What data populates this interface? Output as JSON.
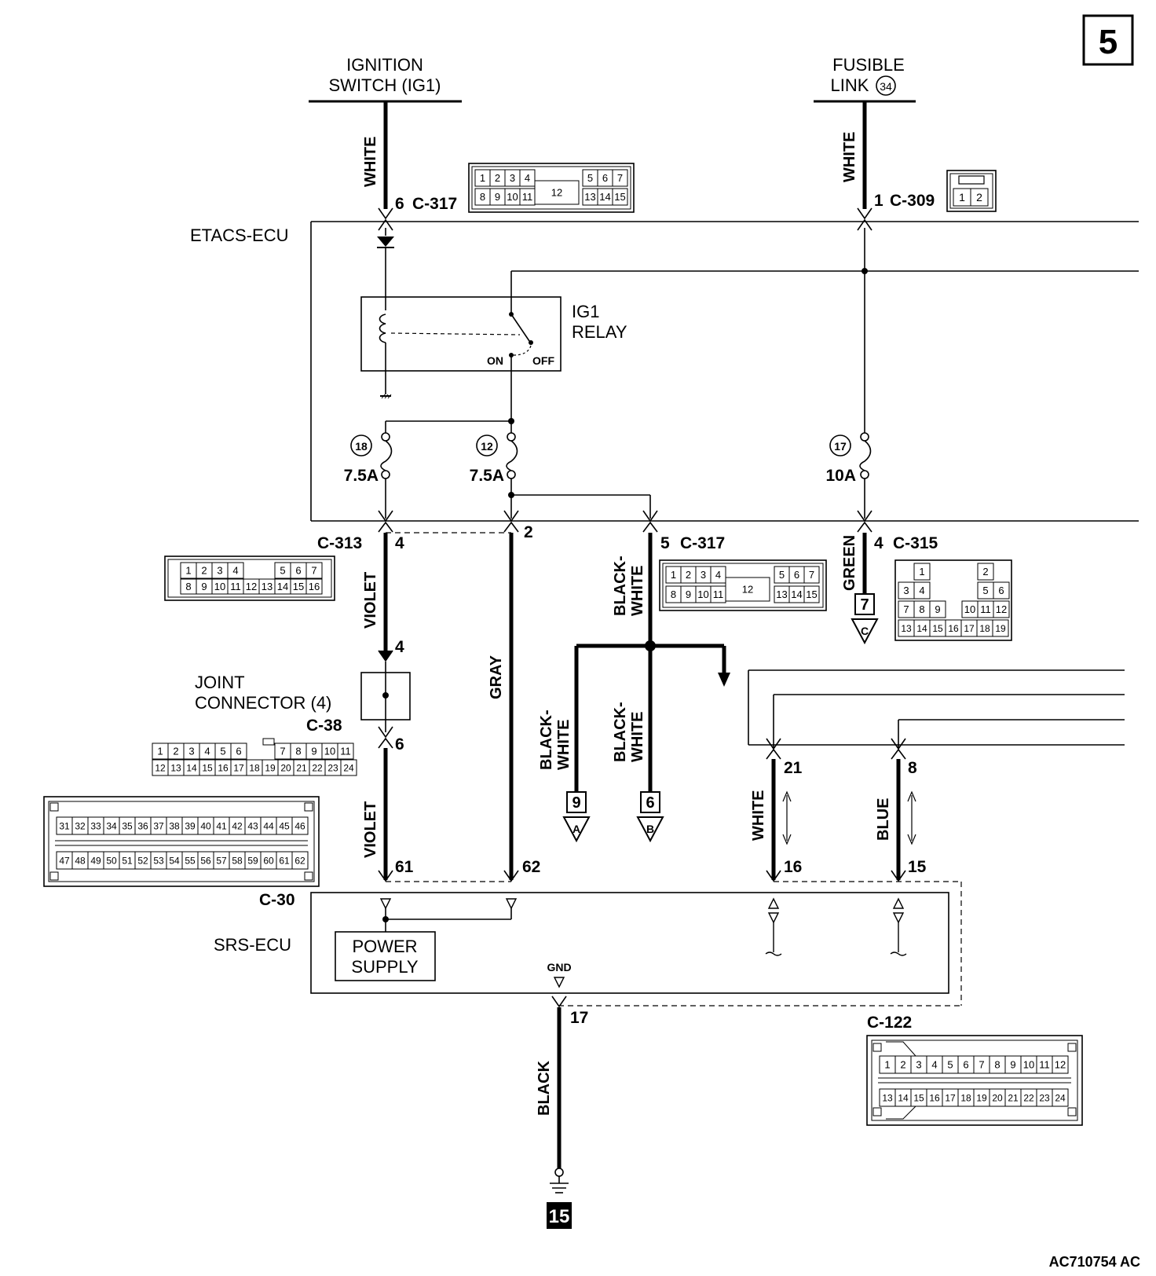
{
  "page_number": "5",
  "figure_code": "AC710754 AC",
  "sources": {
    "ignition_line1": "IGNITION",
    "ignition_line2": "SWITCH (IG1)",
    "fusible_line1": "FUSIBLE",
    "fusible_line2": "LINK",
    "fusible_number": "34"
  },
  "modules": {
    "etacs": "ETACS-ECU",
    "srs": "SRS-ECU",
    "relay_line1": "IG1",
    "relay_line2": "RELAY",
    "relay_on": "ON",
    "relay_off": "OFF",
    "power_line1": "POWER",
    "power_line2": "SUPPLY",
    "gnd": "GND",
    "joint_line1": "JOINT",
    "joint_line2": "CONNECTOR (4)"
  },
  "fuses": [
    {
      "number": "18",
      "rating": "7.5A"
    },
    {
      "number": "12",
      "rating": "7.5A"
    },
    {
      "number": "17",
      "rating": "10A"
    }
  ],
  "wires": {
    "white": "WHITE",
    "violet": "VIOLET",
    "gray": "GRAY",
    "black_white_1": "BLACK-",
    "black_white_2": "WHITE",
    "green": "GREEN",
    "blue": "BLUE",
    "black": "BLACK"
  },
  "connectors": {
    "c317": "C-317",
    "c309": "C-309",
    "c313": "C-313",
    "c315": "C-315",
    "c38": "C-38",
    "c30": "C-30",
    "c122": "C-122"
  },
  "pins": {
    "ig_c317": "6",
    "fl_c309": "1",
    "c313_pin": "4",
    "gray_etacs": "2",
    "bw_c317": "5",
    "green_c315": "4",
    "jc_in": "4",
    "jc_out": "6",
    "violet_srs": "61",
    "gray_srs": "62",
    "white_top": "21",
    "blue_top": "8",
    "white_srs": "16",
    "blue_srs": "15",
    "gnd_pin": "17"
  },
  "off_page": {
    "a_num": "9",
    "a_letter": "A",
    "b_num": "6",
    "b_letter": "B",
    "c_num": "7",
    "c_letter": "C",
    "ground_num": "15"
  },
  "connector_faces": {
    "c317_top": [
      "1",
      "2",
      "3",
      "4",
      "5",
      "6",
      "7"
    ],
    "c317_bottom": [
      "8",
      "9",
      "10",
      "11",
      "13",
      "14",
      "15"
    ],
    "c317_center": "12",
    "c309": [
      "1",
      "2"
    ],
    "c313_top": [
      "1",
      "2",
      "3",
      "4",
      "5",
      "6",
      "7"
    ],
    "c313_bottom": [
      "8",
      "9",
      "10",
      "11",
      "12",
      "13",
      "14",
      "15",
      "16"
    ],
    "c315_r1": [
      "1",
      "2"
    ],
    "c315_r2": [
      "3",
      "4",
      "5",
      "6"
    ],
    "c315_r3": [
      "7",
      "8",
      "9",
      "10",
      "11",
      "12"
    ],
    "c315_r4": [
      "13",
      "14",
      "15",
      "16",
      "17",
      "18",
      "19"
    ],
    "c38_top": [
      "1",
      "2",
      "3",
      "4",
      "5",
      "6",
      "7",
      "8",
      "9",
      "10",
      "11"
    ],
    "c38_bottom": [
      "12",
      "13",
      "14",
      "15",
      "16",
      "17",
      "18",
      "19",
      "20",
      "21",
      "22",
      "23",
      "24"
    ],
    "c30_top": [
      "31",
      "32",
      "33",
      "34",
      "35",
      "36",
      "37",
      "38",
      "39",
      "40",
      "41",
      "42",
      "43",
      "44",
      "45",
      "46"
    ],
    "c30_bottom": [
      "47",
      "48",
      "49",
      "50",
      "51",
      "52",
      "53",
      "54",
      "55",
      "56",
      "57",
      "58",
      "59",
      "60",
      "61",
      "62"
    ],
    "c122_top": [
      "1",
      "2",
      "3",
      "4",
      "5",
      "6",
      "7",
      "8",
      "9",
      "10",
      "11",
      "12"
    ],
    "c122_bottom": [
      "13",
      "14",
      "15",
      "16",
      "17",
      "18",
      "19",
      "20",
      "21",
      "22",
      "23",
      "24"
    ]
  }
}
